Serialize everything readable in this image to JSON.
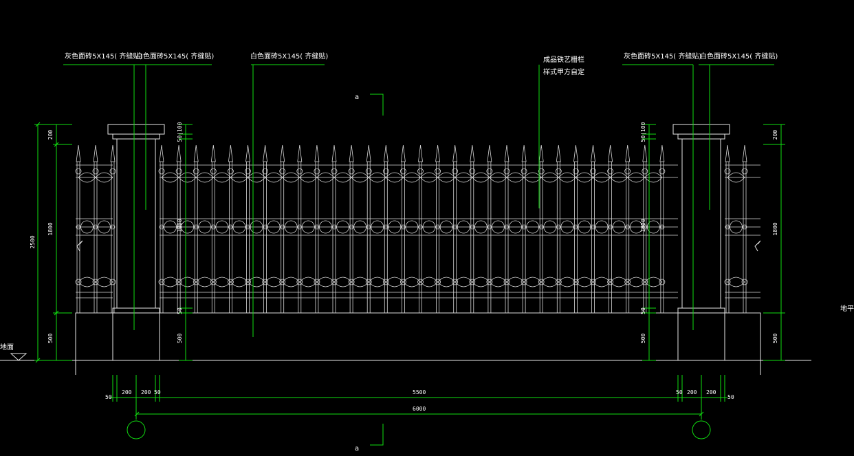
{
  "colors": {
    "background": "#000000",
    "dimension": "#11e011",
    "drawing": "#e8e8e8"
  },
  "labels": {
    "left_pillar_cap": "灰色面砖5X145(   齐缝贴)",
    "left_pillar_body": "白色面砖5X145(   齐缝贴)",
    "left_wall": "白色面砖5X145(   齐缝贴)",
    "railing_line1": "成品铁艺栅栏",
    "railing_line2": "样式甲方自定",
    "right_pillar_cap": "灰色面砖5X145(   齐缝贴)",
    "right_pillar_body": "白色面砖5X145(   齐缝贴)",
    "ground_left": "地面",
    "ground_right": "地平",
    "section_top": "a",
    "section_bottom": "a"
  },
  "dims": {
    "total_height": "2500",
    "cap": "200",
    "fence": "1800",
    "base": "500",
    "mid_top": "50|100",
    "mid_fence": "1800",
    "mid_small": "50",
    "mid_base": "500",
    "bottom_50": "50",
    "bottom_200": "200",
    "bottom_5500": "5500",
    "bottom_6000": "6000"
  }
}
